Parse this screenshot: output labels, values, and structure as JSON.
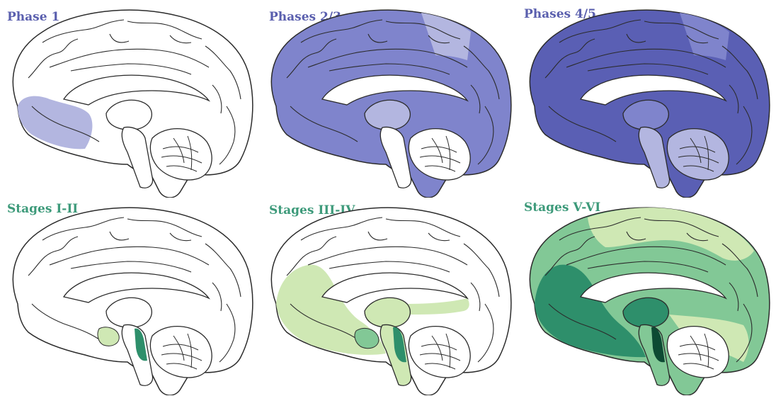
{
  "panels": [
    {
      "label": "Phase 1"
    },
    {
      "label": "Phases 2/3"
    },
    {
      "label": "Phases 4/5"
    },
    {
      "label": "Stages I-II"
    },
    {
      "label": "Stages III-IV"
    },
    {
      "label": "Stages V-VI"
    }
  ],
  "colors": {
    "phase_light": "#b3b6e0",
    "phase_mid": "#7f84cc",
    "phase_dark": "#5a5fb4",
    "stage_light": "#cfe8b4",
    "stage_mid": "#82c896",
    "stage_dark": "#2e8f6b",
    "stage_darkest": "#0d4a33",
    "outline": "#2b2b2b"
  }
}
